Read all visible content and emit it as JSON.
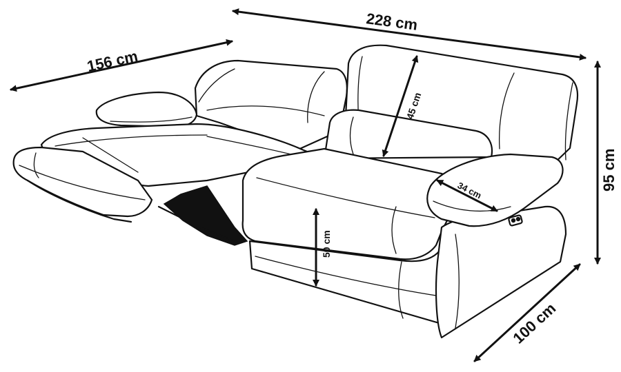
{
  "dimensions": {
    "width": "228 cm",
    "reclined_depth": "156 cm",
    "height": "95 cm",
    "depth": "100 cm",
    "seat_height": "50 cm",
    "back_height": "45 cm",
    "armrest_width": "34 cm"
  },
  "colors": {
    "stroke": "#111111",
    "fill": "#ffffff"
  }
}
